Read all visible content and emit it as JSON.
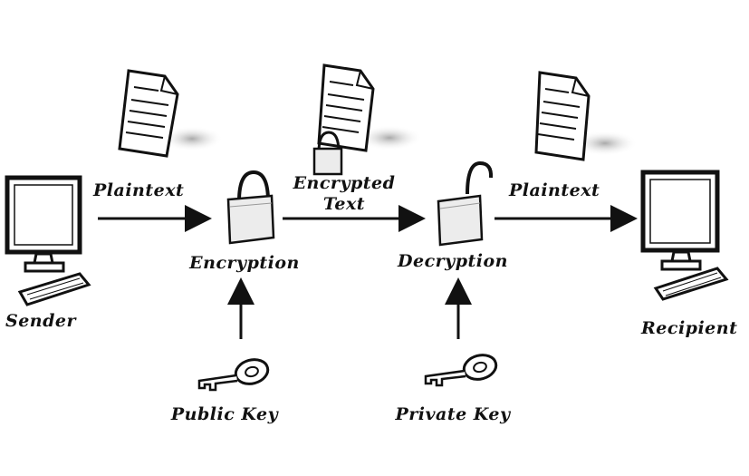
{
  "labels": {
    "plaintext_in": "Plaintext",
    "encrypted_line1": "Encrypted",
    "encrypted_line2": "Text",
    "plaintext_out": "Plaintext",
    "encryption": "Encryption",
    "decryption": "Decryption",
    "sender": "Sender",
    "recipient": "Recipient",
    "public_key": "Public Key",
    "private_key": "Private Key"
  },
  "icons": {
    "sender": "computer-icon",
    "recipient": "computer-icon",
    "documents": "document-icon",
    "encryption_lock": "closed-padlock-icon",
    "decryption_lock": "open-padlock-icon",
    "keys": "key-icon"
  },
  "colors": {
    "ink": "#111111",
    "lock_fill": "#ececec",
    "shadow": "#bdbdbd"
  }
}
